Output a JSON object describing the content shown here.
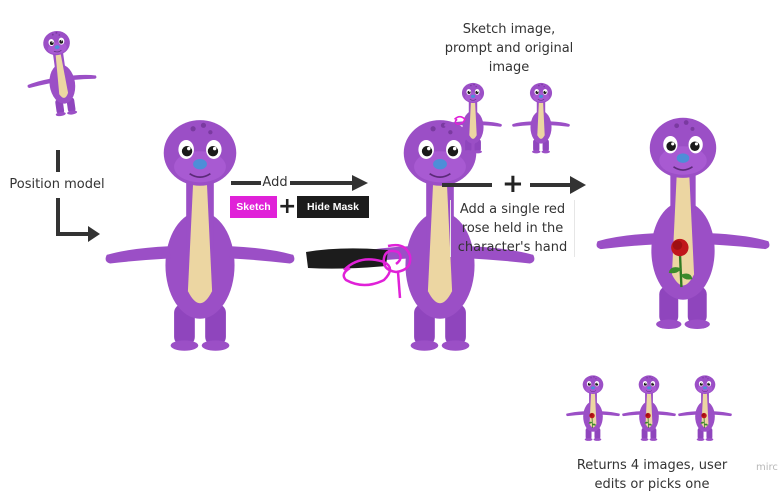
{
  "labels": {
    "position_model": "Position model",
    "add": "Add",
    "sketch_badge": "Sketch",
    "hide_mask_badge": "Hide Mask",
    "inputs_caption": "Sketch image, prompt and original image",
    "prompt_text": "Add a single red rose held in the character's hand",
    "results_caption": "Returns 4 images, user edits or picks one",
    "watermark": "mirc"
  },
  "colors": {
    "dino_body": "#9b4fc6",
    "dino_belly": "#ecd6a2",
    "sketch": "#e021d8",
    "mask_bar": "#1c1c1c",
    "arrow": "#333333",
    "rose": "#c0161b"
  }
}
